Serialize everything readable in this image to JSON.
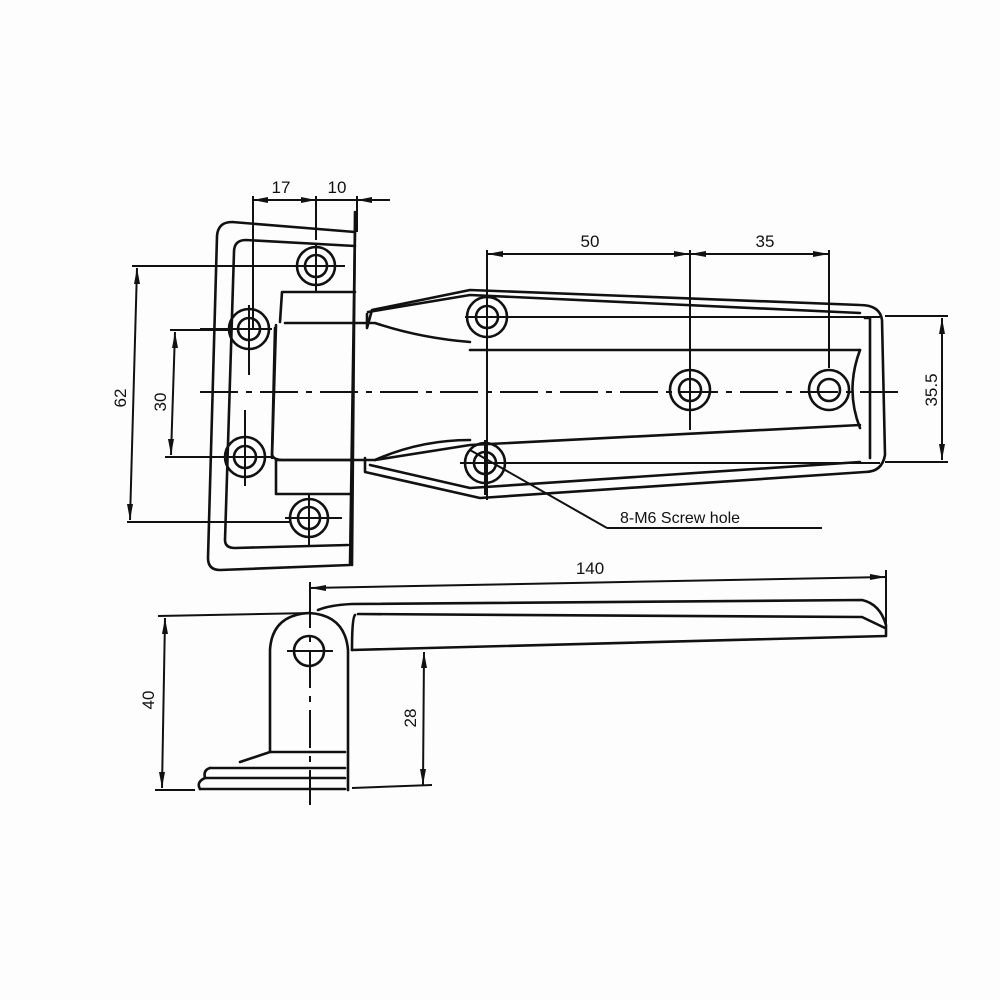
{
  "drawing": {
    "title": "Hinge technical drawing",
    "line_color": "#111111",
    "background": "#fdfdfd",
    "units": "mm",
    "top_view": {
      "dimensions": {
        "d17": "17",
        "d10": "10",
        "d50": "50",
        "d35": "35",
        "d62": "62",
        "d30": "30",
        "d35_5": "35.5"
      },
      "callout": "8-M6 Screw hole",
      "screw_holes_count": 8,
      "screw_hole_spec": "M6"
    },
    "side_view": {
      "dimensions": {
        "d140": "140",
        "d40": "40",
        "d28": "28"
      }
    }
  }
}
